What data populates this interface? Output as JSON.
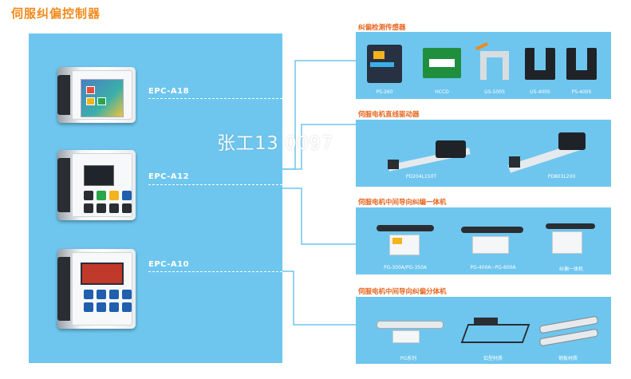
{
  "page_title": "伺服纠偏控制器",
  "controllers": [
    {
      "model": "EPC-A18"
    },
    {
      "model": "EPC-A12"
    },
    {
      "model": "EPC-A10"
    }
  ],
  "sections": [
    {
      "title": "纠偏检测传感器",
      "products": [
        "PS-260",
        "HCCD",
        "US-500S",
        "US-400S",
        "PS-400S"
      ]
    },
    {
      "title": "伺服电机直线驱动器",
      "products": [
        "PD204L150T",
        "PD803L200"
      ]
    },
    {
      "title": "伺服电机中间导向纠编一体机",
      "products": [
        "PG-300A/PG-350A",
        "PG-400A~PG-600A",
        "纠偏一体机"
      ]
    },
    {
      "title": "伺服电机中间导向纠偏分体机",
      "products": [
        "PG系列",
        "铝型材质",
        "钢板材质"
      ]
    }
  ],
  "watermark": "张工13   0097",
  "colors": {
    "panel": "#6ec6ee",
    "title": "#f08a1c",
    "section_title": "#e6641d"
  }
}
